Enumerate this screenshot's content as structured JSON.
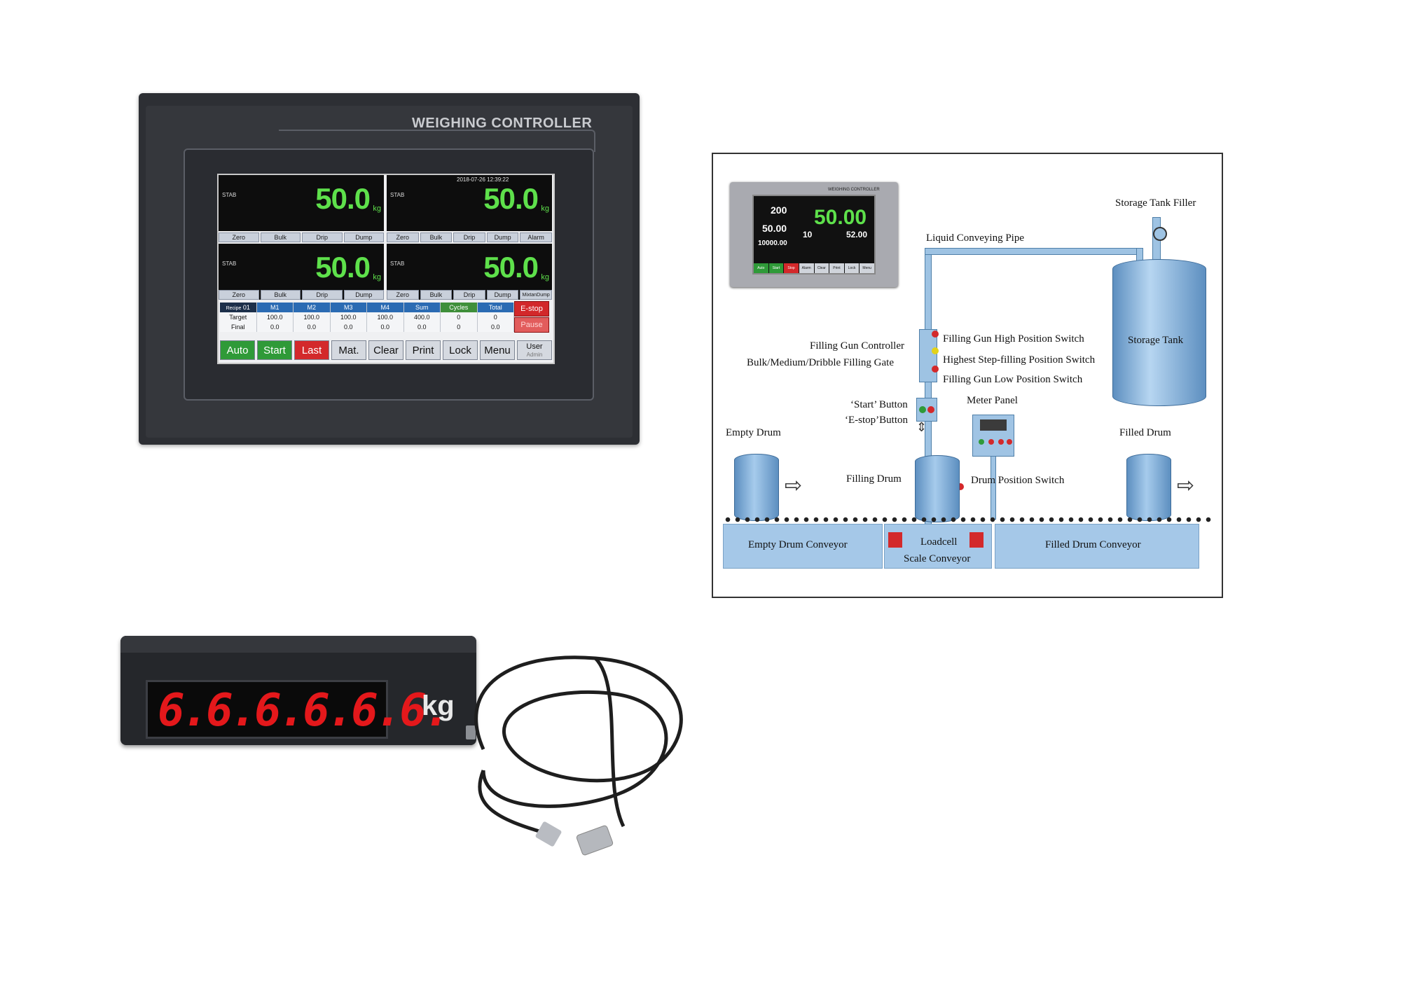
{
  "controller": {
    "brand": "WEIGHING CONTROLLER",
    "timestamp": "2018-07-26  12:39:22",
    "channels": [
      {
        "status": "STAB",
        "value": "50.0",
        "unit": "kg",
        "buttons": [
          "Zero",
          "Bulk",
          "Drip",
          "Dump"
        ]
      },
      {
        "status": "STAB",
        "value": "50.0",
        "unit": "kg",
        "buttons": [
          "Zero",
          "Bulk",
          "Drip",
          "Dump",
          "Alarm"
        ]
      },
      {
        "status": "STAB",
        "value": "50.0",
        "unit": "kg",
        "buttons": [
          "Zero",
          "Bulk",
          "Drip",
          "Dump"
        ]
      },
      {
        "status": "STAB",
        "value": "50.0",
        "unit": "kg",
        "buttons": [
          "Zero",
          "Bulk",
          "Drip",
          "Dump",
          "MixtanDump"
        ]
      }
    ],
    "recipe": {
      "label": "Recipe",
      "number": "01"
    },
    "table": {
      "columns": [
        "M1",
        "M2",
        "M3",
        "M4",
        "Sum",
        "Cycles",
        "Total"
      ],
      "rows": [
        {
          "label": "Target",
          "values": [
            "100.0",
            "100.0",
            "100.0",
            "100.0",
            "400.0",
            "0",
            "0"
          ]
        },
        {
          "label": "Final",
          "values": [
            "0.0",
            "0.0",
            "0.0",
            "0.0",
            "0.0",
            "0",
            "0.0"
          ]
        }
      ]
    },
    "estop": "E-stop",
    "pause": "Pause",
    "bottom_buttons": [
      "Auto",
      "Start",
      "Last",
      "Mat.",
      "Clear",
      "Print",
      "Lock",
      "Menu"
    ],
    "user": {
      "label": "User",
      "name": "Admin"
    }
  },
  "remote_display": {
    "digits": "6.6.6.6.6.6.",
    "unit": "kg"
  },
  "diagram": {
    "mini_screen": {
      "header": "WEIGHING CONTROLLER",
      "v1": "200",
      "v2": "50.00",
      "v3": "10000.00",
      "big": "50.00",
      "s1": "10",
      "s2": "52.00",
      "bar": [
        "Auto",
        "Start",
        "Stop",
        "Alarm",
        "Clear",
        "Print",
        "Lock",
        "Menu"
      ]
    },
    "labels": {
      "storage_tank_filler": "Storage Tank Filler",
      "liquid_pipe": "Liquid Conveying Pipe",
      "storage_tank": "Storage Tank",
      "filling_gun_controller": "Filling Gun Controller",
      "filling_gate": "Bulk/Medium/Dribble  Filling  Gate",
      "high_switch": "Filling Gun High Position Switch",
      "step_switch": "Highest Step-filling  Position Switch",
      "low_switch": "Filling Gun Low Position Switch",
      "start_button": "‘Start’ Button",
      "estop_button": "‘E-stop’Button",
      "meter_panel": "Meter Panel",
      "empty_drum": "Empty Drum",
      "filling_drum": "Filling Drum",
      "drum_switch": "Drum Position Switch",
      "filled_drum": "Filled Drum",
      "empty_conveyor": "Empty Drum Conveyor",
      "loadcell": "Loadcell",
      "scale_conveyor": "Scale Conveyor",
      "filled_conveyor": "Filled Drum Conveyor"
    },
    "colors": {
      "pipe": "#9ec3e3",
      "conveyor": "#a5c8e8",
      "loadcell": "#d3292b"
    }
  }
}
